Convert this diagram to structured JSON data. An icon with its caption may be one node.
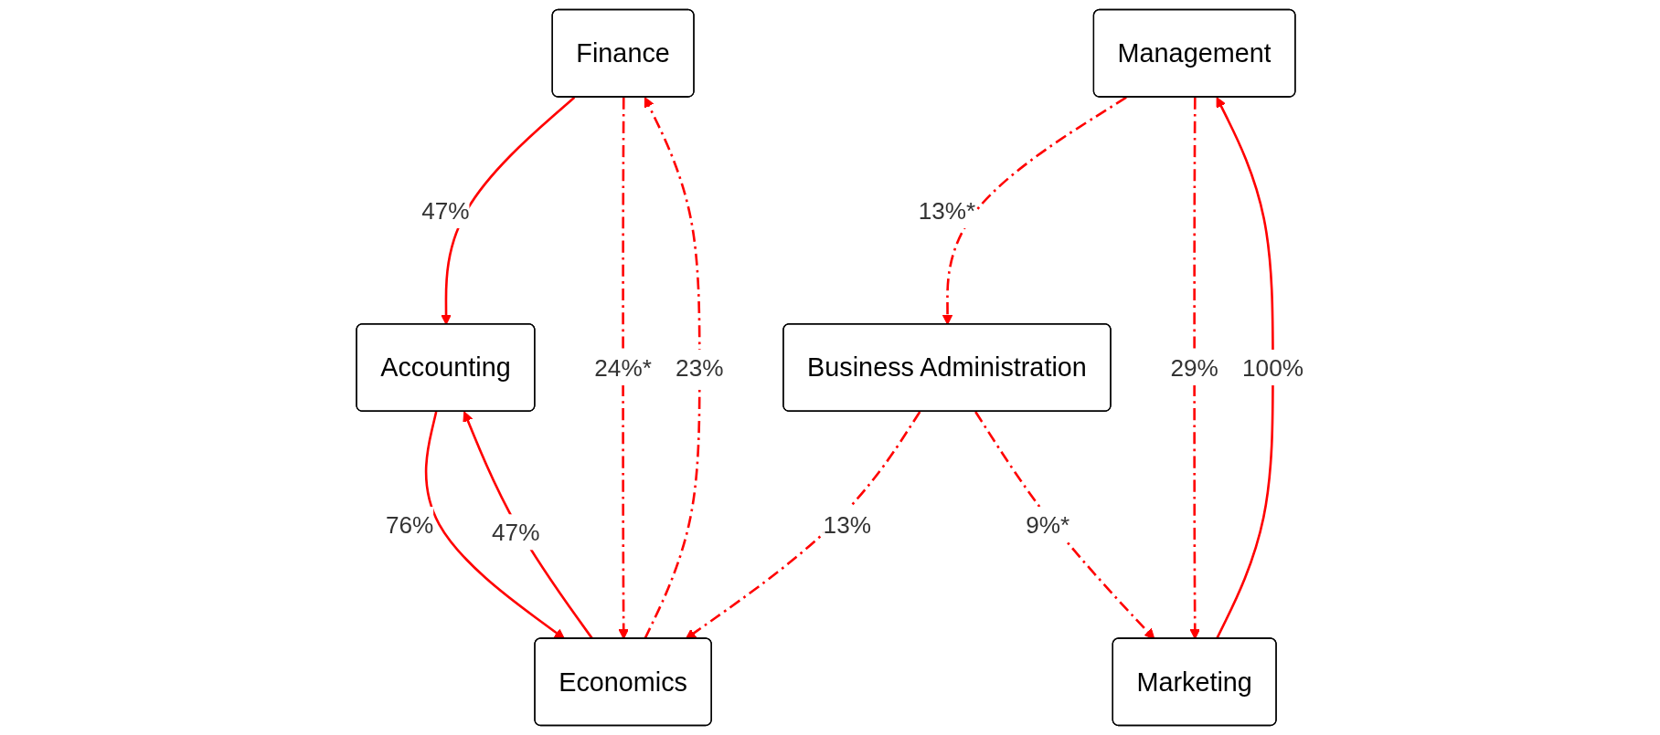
{
  "diagram": {
    "nodes": [
      {
        "text": [
          "Finance"
        ]
      },
      {
        "text": [
          "Accounting"
        ]
      },
      {
        "text": [
          "Management"
        ]
      },
      {
        "text": [
          "Economics"
        ]
      },
      {
        "text": [
          "Business Administration"
        ]
      },
      {
        "text": [
          "Marketing"
        ]
      }
    ],
    "edges": [
      {
        "from": 0,
        "to": 1,
        "arrow": "to",
        "label": "47%",
        "color": "#ff0000"
      },
      {
        "from": 0,
        "to": 3,
        "arrow": "to",
        "label": "24%*",
        "style": "dashed",
        "color": "#ff0000"
      },
      {
        "from": 3,
        "to": 0,
        "arrow": "to",
        "label": "23%",
        "style": "dashed",
        "color": "#ff0000"
      },
      {
        "from": 1,
        "to": 3,
        "arrow": "to",
        "label": "76%",
        "color": "#ff0000"
      },
      {
        "from": 3,
        "to": 1,
        "arrow": "to",
        "label": "47%",
        "color": "#ff0000"
      },
      {
        "from": 2,
        "to": 4,
        "arrow": "to",
        "label": "13%*",
        "style": "dashed",
        "color": "#ff0000"
      },
      {
        "from": 2,
        "to": 5,
        "arrow": "to",
        "label": "29%",
        "style": "dashed",
        "color": "#ff0000"
      },
      {
        "from": 5,
        "to": 2,
        "arrow": "to",
        "label": "100%",
        "color": "#ff0000"
      },
      {
        "from": 4,
        "to": 3,
        "arrow": "to",
        "label": "13%",
        "style": "dashed",
        "color": "#ff0000"
      },
      {
        "from": 4,
        "to": 5,
        "arrow": "to",
        "label": "9%*",
        "style": "dashed",
        "color": "#ff0000"
      }
    ]
  }
}
